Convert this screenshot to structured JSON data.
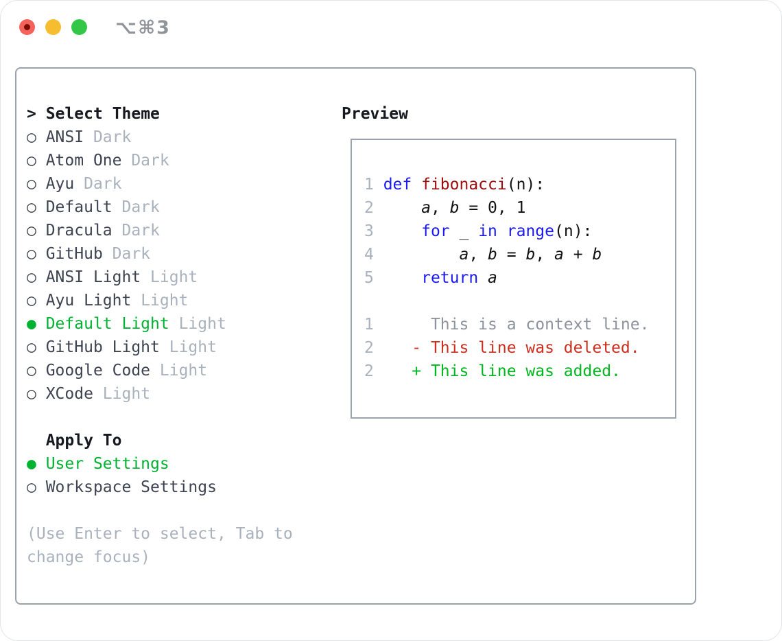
{
  "titlebar": {
    "shortcut": "⌥⌘3"
  },
  "icons": {
    "radio_selected": "●",
    "radio_unselected": "○",
    "prompt": ">"
  },
  "theme_picker": {
    "header": "Select Theme",
    "items": [
      {
        "name": "ANSI",
        "variant": "Dark",
        "selected": false
      },
      {
        "name": "Atom One",
        "variant": "Dark",
        "selected": false
      },
      {
        "name": "Ayu",
        "variant": "Dark",
        "selected": false
      },
      {
        "name": "Default",
        "variant": "Dark",
        "selected": false
      },
      {
        "name": "Dracula",
        "variant": "Dark",
        "selected": false
      },
      {
        "name": "GitHub",
        "variant": "Dark",
        "selected": false
      },
      {
        "name": "ANSI Light",
        "variant": "Light",
        "selected": false
      },
      {
        "name": "Ayu Light",
        "variant": "Light",
        "selected": false
      },
      {
        "name": "Default Light",
        "variant": "Light",
        "selected": true
      },
      {
        "name": "GitHub Light",
        "variant": "Light",
        "selected": false
      },
      {
        "name": "Google Code",
        "variant": "Light",
        "selected": false
      },
      {
        "name": "XCode",
        "variant": "Light",
        "selected": false
      }
    ]
  },
  "apply_to": {
    "header": "Apply To",
    "options": [
      {
        "label": "User Settings",
        "selected": true
      },
      {
        "label": "Workspace Settings",
        "selected": false
      }
    ]
  },
  "help_text": "(Use Enter to select, Tab to change focus)",
  "preview": {
    "header": "Preview",
    "code_lines": [
      [
        [
          "ln",
          "1 "
        ],
        [
          "kw",
          "def "
        ],
        [
          "fn",
          "fibonacci"
        ],
        [
          "tx",
          "(n):"
        ]
      ],
      [
        [
          "ln",
          "2 "
        ],
        [
          "tx",
          "    "
        ],
        [
          "vr",
          "a"
        ],
        [
          "tx",
          ", "
        ],
        [
          "vr",
          "b"
        ],
        [
          "tx",
          " = 0, 1"
        ]
      ],
      [
        [
          "ln",
          "3 "
        ],
        [
          "tx",
          "    "
        ],
        [
          "kw",
          "for"
        ],
        [
          "tx",
          " _ "
        ],
        [
          "kw",
          "in"
        ],
        [
          "tx",
          " "
        ],
        [
          "kw",
          "range"
        ],
        [
          "tx",
          "(n):"
        ]
      ],
      [
        [
          "ln",
          "4 "
        ],
        [
          "tx",
          "        "
        ],
        [
          "vr",
          "a"
        ],
        [
          "tx",
          ", "
        ],
        [
          "vr",
          "b"
        ],
        [
          "tx",
          " = "
        ],
        [
          "vr",
          "b"
        ],
        [
          "tx",
          ", "
        ],
        [
          "vr",
          "a"
        ],
        [
          "tx",
          " + "
        ],
        [
          "vr",
          "b"
        ]
      ],
      [
        [
          "ln",
          "5 "
        ],
        [
          "tx",
          "    "
        ],
        [
          "kw",
          "return"
        ],
        [
          "tx",
          " "
        ],
        [
          "vr",
          "a"
        ]
      ]
    ],
    "diff_lines": [
      [
        [
          "ln",
          "1"
        ],
        [
          "ctx",
          "      This is a context line."
        ]
      ],
      [
        [
          "ln",
          "2"
        ],
        [
          "del",
          "    - This line was deleted."
        ]
      ],
      [
        [
          "ln",
          "2"
        ],
        [
          "add",
          "    + This line was added."
        ]
      ]
    ]
  },
  "colors": {
    "accent_green": "#00b232",
    "kw_blue": "#1a1af0",
    "fn_red": "#9e0c0c",
    "del_red": "#cc2f1e",
    "add_green": "#00b61e",
    "text_dark": "#16191f",
    "item_text": "#3d4350",
    "muted": "#a9b1bd",
    "ctx_gray": "#8d939e",
    "border": "#9aa2ad",
    "title_gray": "#8f949b",
    "tl_red": "#f4625a",
    "tl_red_dot": "#7a0c03",
    "tl_yellow": "#f6bd2f",
    "tl_green": "#33c748"
  }
}
